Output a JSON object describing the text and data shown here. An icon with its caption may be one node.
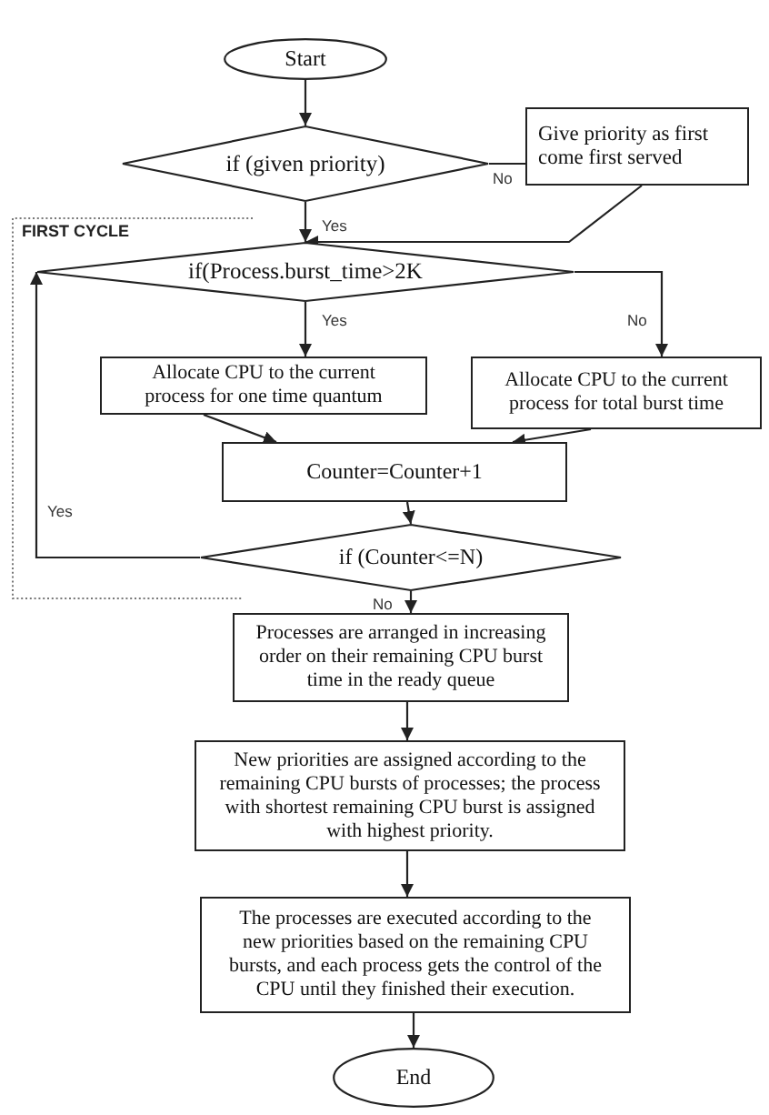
{
  "diagram": {
    "nodes": [
      {
        "text": [
          "Start"
        ]
      },
      {
        "text": [
          "if (given priority)"
        ]
      },
      {
        "text": [
          "Give priority as first come first served"
        ]
      },
      {
        "text": [
          "if(Process.burst_time>2K"
        ]
      },
      {
        "text": [
          "Allocate CPU to the current process for one time quantum"
        ]
      },
      {
        "text": [
          "Allocate CPU to the current process for total burst time"
        ]
      },
      {
        "text": [
          "Counter=Counter+1"
        ]
      },
      {
        "text": [
          "if (Counter<=N)"
        ]
      },
      {
        "text": [
          "Processes are arranged in increasing order on their remaining CPU burst time in the ready queue"
        ]
      },
      {
        "text": [
          "New priorities are assigned according to the remaining CPU bursts of processes; the process with shortest remaining CPU burst is assigned with highest priority."
        ]
      },
      {
        "text": [
          "The processes are executed according to the new priorities based on the remaining CPU bursts, and each process gets the control of the CPU until they finished their execution."
        ]
      },
      {
        "text": [
          "End"
        ]
      }
    ],
    "edges": [
      {
        "from": 0,
        "to": 1,
        "arrow": "to"
      },
      {
        "from": 1,
        "to": 2,
        "arrow": "none",
        "label": "No"
      },
      {
        "from": 1,
        "to": 3,
        "arrow": "to",
        "label": "Yes"
      },
      {
        "from": 2,
        "to": 3,
        "arrow": "to"
      },
      {
        "from": 3,
        "to": 4,
        "arrow": "to",
        "label": "Yes"
      },
      {
        "from": 3,
        "to": 5,
        "arrow": "to",
        "label": "No"
      },
      {
        "from": 4,
        "to": 6,
        "arrow": "to"
      },
      {
        "from": 5,
        "to": 6,
        "arrow": "to"
      },
      {
        "from": 6,
        "to": 7,
        "arrow": "to"
      },
      {
        "from": 7,
        "to": 3,
        "arrow": "to",
        "label": "Yes"
      },
      {
        "from": 7,
        "to": 8,
        "arrow": "to",
        "label": "No"
      },
      {
        "from": 8,
        "to": 9,
        "arrow": "to"
      },
      {
        "from": 9,
        "to": 10,
        "arrow": "to"
      },
      {
        "from": 10,
        "to": 11,
        "arrow": "to"
      }
    ],
    "labels": [
      "FIRST CYCLE"
    ]
  }
}
